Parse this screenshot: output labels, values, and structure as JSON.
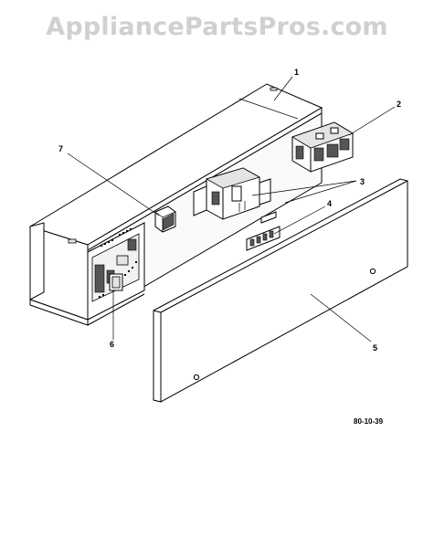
{
  "watermark": "AppliancePartsPros.com",
  "callouts": {
    "c1": "1",
    "c2": "2",
    "c3": "3",
    "c4": "4",
    "c5": "5",
    "c6": "6",
    "c7": "7"
  },
  "drawing_code": "80-10-39"
}
